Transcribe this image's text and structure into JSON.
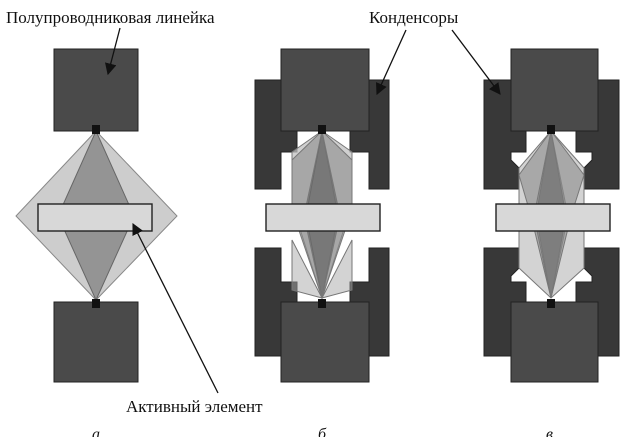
{
  "labels": {
    "laser_bar": "Полупроводниковая линейка",
    "condensers": "Конденсоры",
    "active_element": "Активный элемент"
  },
  "sublabels": {
    "a": "а",
    "b": "б",
    "c": "в"
  },
  "colors": {
    "background": "#ffffff",
    "laser_bar": "#4a4a4a",
    "condenser": "#383838",
    "emitter": "#111111",
    "beam_outer": "#c8c8c8",
    "beam_inner": "#8a8a8a",
    "beam_overlap": "#6e6e6e",
    "beam_stroke": "#7a7a7a",
    "active_element": "#d8d8d8",
    "stroke": "#222222",
    "arrow": "#111111"
  }
}
